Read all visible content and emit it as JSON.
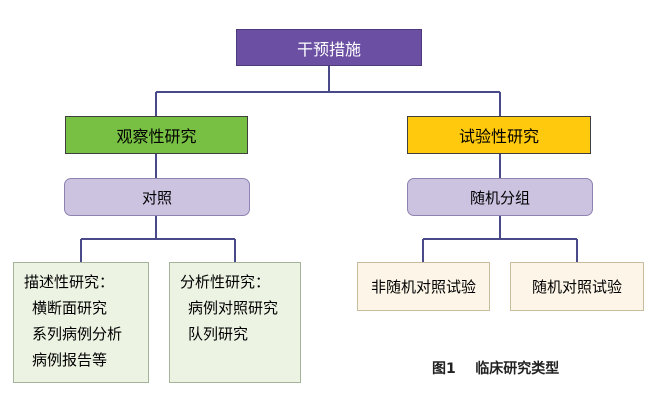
{
  "root": {
    "label": "干预措施"
  },
  "observational": {
    "label": "观察性研究",
    "comparison": {
      "label": "对照"
    },
    "descriptive": {
      "title": "描述性研究：",
      "items": [
        "横断面研究",
        "系列病例分析",
        "病例报告等"
      ]
    },
    "analytical": {
      "title": "分析性研究：",
      "items": [
        "病例对照研究",
        "队列研究"
      ]
    }
  },
  "experimental": {
    "label": "试验性研究",
    "comparison": {
      "label": "随机分组"
    },
    "non_randomized": {
      "label": "非随机对照试验"
    },
    "randomized": {
      "label": "随机对照试验"
    }
  },
  "caption": "图1    临床研究类型",
  "colors": {
    "root": "#6a4fa3",
    "observational": "#77c043",
    "experimental": "#ffc90e",
    "comparison": "#ccc3e1",
    "leaf_left": "#ecf3e3",
    "leaf_right": "#fdf6e8",
    "connector": "#4a4a8a"
  }
}
